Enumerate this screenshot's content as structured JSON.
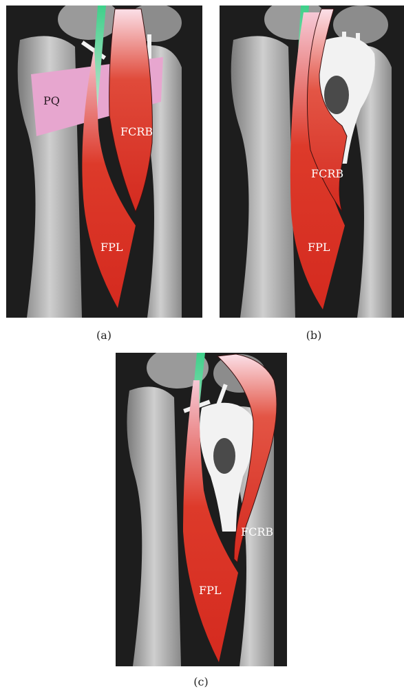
{
  "figure": {
    "panels": [
      {
        "id": "a",
        "caption": "(a)",
        "labels": {
          "pq": "PQ",
          "fcrb": "FCRB",
          "fpl": "FPL"
        }
      },
      {
        "id": "b",
        "caption": "(b)",
        "labels": {
          "fcrb": "FCRB",
          "fpl": "FPL"
        }
      },
      {
        "id": "c",
        "caption": "(c)",
        "labels": {
          "fcrb": "FCRB",
          "fpl": "FPL"
        }
      }
    ]
  },
  "colors": {
    "xray_background": "#1a1a1a",
    "bone": "#bdbdbd",
    "muscle_red": "#d42a1f",
    "muscle_pink": "#f6c9d6",
    "pq_pink": "#e7a6cf",
    "nerve_green": "#4fd08a",
    "plate": "#f2f2f2"
  }
}
